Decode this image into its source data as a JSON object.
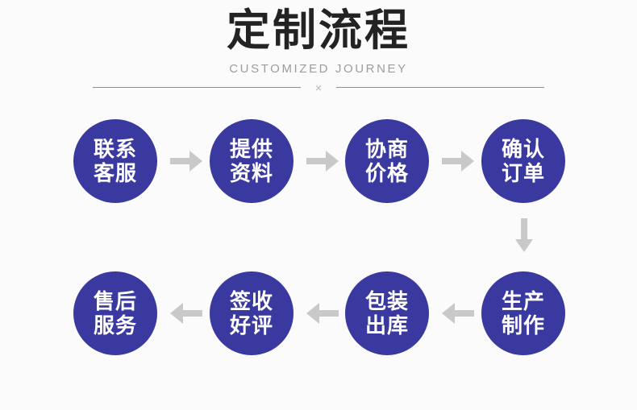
{
  "header": {
    "title": "定制流程",
    "subtitle": "CUSTOMIZED JOURNEY",
    "divider_mark": "×"
  },
  "theme": {
    "node_color": "#3a39a0",
    "node_text_color": "#ffffff",
    "arrow_color": "#c9c9c9",
    "title_color": "#232323",
    "subtitle_color": "#9d9d9d",
    "divider_color": "#8e8e93",
    "background_color": "#fbfbfb"
  },
  "flow": {
    "row1": [
      {
        "line1": "联系",
        "line2": "客服"
      },
      {
        "line1": "提供",
        "line2": "资料"
      },
      {
        "line1": "协商",
        "line2": "价格"
      },
      {
        "line1": "确认",
        "line2": "订单"
      }
    ],
    "row2": [
      {
        "line1": "售后",
        "line2": "服务"
      },
      {
        "line1": "签收",
        "line2": "好评"
      },
      {
        "line1": "包装",
        "line2": "出库"
      },
      {
        "line1": "生产",
        "line2": "制作"
      }
    ]
  }
}
